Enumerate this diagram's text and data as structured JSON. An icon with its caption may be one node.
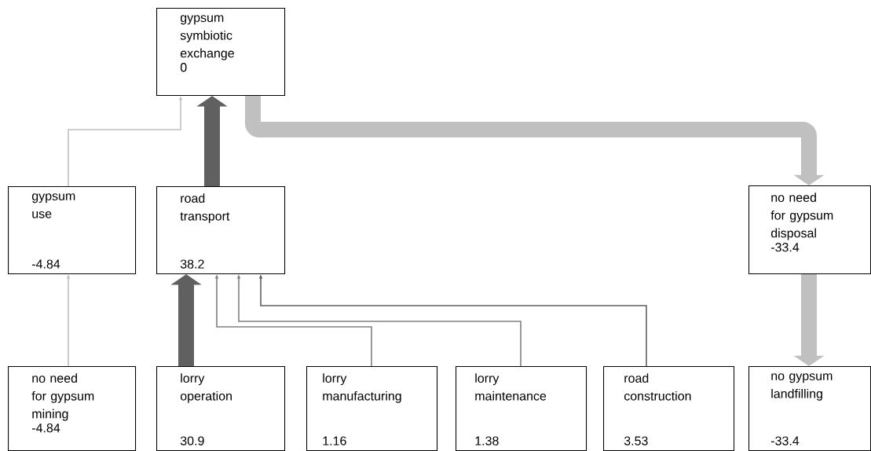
{
  "diagram": {
    "nodes": [
      {
        "text": [
          "gypsum symbiotic exchange",
          "0"
        ]
      },
      {
        "text": [
          "gypsum use",
          "-4.84"
        ]
      },
      {
        "text": [
          "road transport",
          "38.2"
        ]
      },
      {
        "text": [
          "no need for gypsum disposal",
          "-33.4"
        ]
      },
      {
        "text": [
          "no need for gypsum mining",
          "-4.84"
        ]
      },
      {
        "text": [
          "lorry operation",
          "30.9"
        ]
      },
      {
        "text": [
          "lorry manufacturing",
          "1.16"
        ]
      },
      {
        "text": [
          "lorry maintenance",
          "1.38"
        ]
      },
      {
        "text": [
          "road construction",
          "3.53"
        ]
      },
      {
        "text": [
          "no gypsum landfilling",
          "-33.4"
        ]
      }
    ],
    "edges": [
      {
        "from": 1,
        "to": 0,
        "arrow": "to",
        "color": "#c0c0c0"
      },
      {
        "from": 2,
        "to": 0,
        "arrow": "to",
        "style": "thick",
        "color": "#606060"
      },
      {
        "from": 0,
        "to": 3,
        "arrow": "to",
        "style": "thick",
        "color": "#c0c0c0"
      },
      {
        "from": 4,
        "to": 1,
        "arrow": "to",
        "color": "#c0c0c0"
      },
      {
        "from": 5,
        "to": 2,
        "arrow": "to",
        "style": "thick",
        "color": "#606060"
      },
      {
        "from": 6,
        "to": 2,
        "arrow": "to",
        "color": "#808080"
      },
      {
        "from": 7,
        "to": 2,
        "arrow": "to",
        "color": "#808080"
      },
      {
        "from": 8,
        "to": 2,
        "arrow": "to",
        "color": "#606060"
      },
      {
        "from": 3,
        "to": 9,
        "arrow": "to",
        "style": "thick",
        "color": "#c0c0c0"
      }
    ]
  }
}
